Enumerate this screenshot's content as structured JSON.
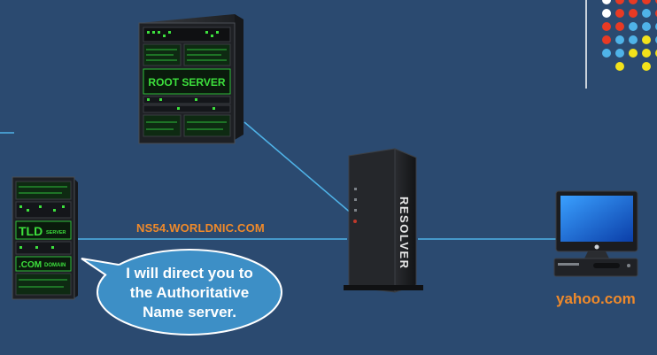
{
  "root_server": {
    "sign": "ROOT SERVER"
  },
  "tld_server": {
    "sign": "TLD",
    "sign_small": "SERVER",
    "domain_sign": ".COM",
    "domain_small": "DOMAIN"
  },
  "resolver": {
    "label": "RESOLVER"
  },
  "link_label": "NS54.WORLDNIC.COM",
  "client": {
    "brand": "",
    "label": "yahoo.com"
  },
  "speech_bubble": {
    "lines": [
      "I will direct you to",
      "the Authoritative",
      "Name server."
    ]
  },
  "colors": {
    "background": "#2b4a70",
    "connector": "#4fb3e8",
    "label_orange": "#f08a2a",
    "bubble_fill": "#3d8fc6",
    "led_green": "#3de03d"
  },
  "dot_grid_colors": [
    [
      "#ffffff",
      "#e83a24",
      "#e83a24",
      "#e83a24",
      "#e83a24"
    ],
    [
      "#ffffff",
      "#e83a24",
      "#e83a24",
      "#4fb3e8",
      "#e83a24"
    ],
    [
      "#e83a24",
      "#e83a24",
      "#4fb3e8",
      "#4fb3e8",
      "#4fb3e8"
    ],
    [
      "#e83a24",
      "#4fb3e8",
      "#4fb3e8",
      "#f2e21b",
      "#4fb3e8"
    ],
    [
      "#4fb3e8",
      "#4fb3e8",
      "#f2e21b",
      "#f2e21b",
      "#f2e21b"
    ],
    [
      "",
      "#f2e21b",
      "",
      "#f2e21b",
      ""
    ]
  ]
}
